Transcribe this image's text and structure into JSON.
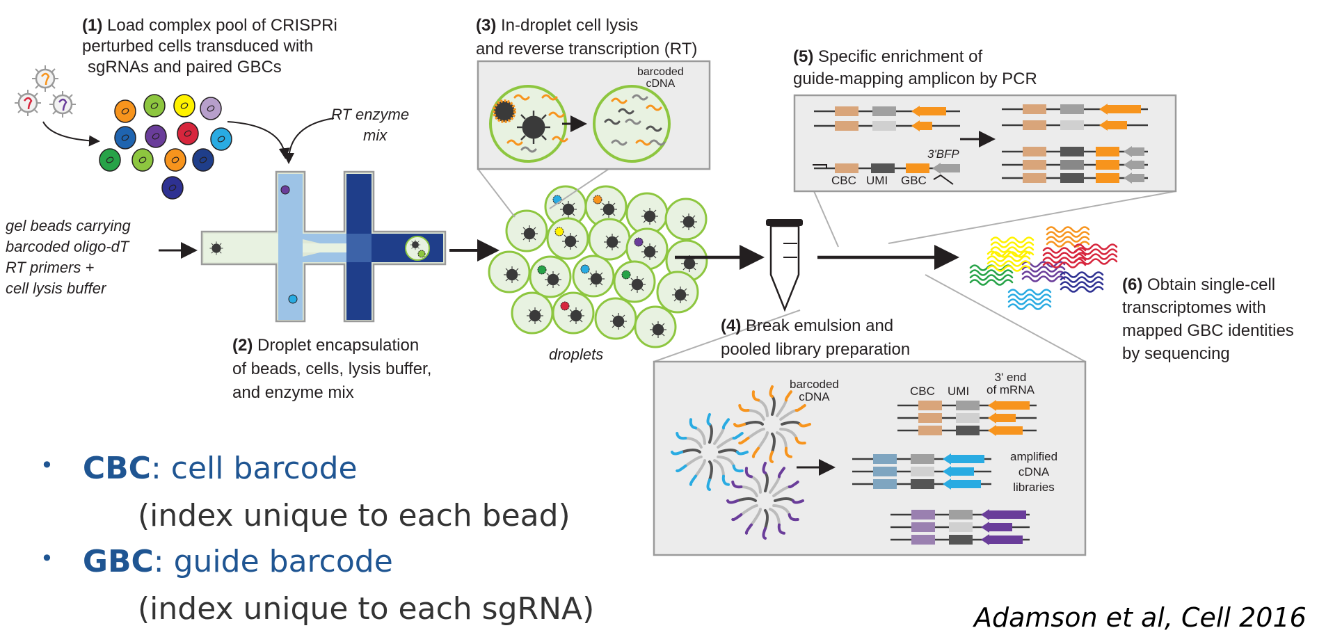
{
  "steps": {
    "s1": {
      "num": "(1)",
      "l1": "Load complex pool of CRISPRi",
      "l2": "perturbed cells transduced with",
      "l3": "sgRNAs and paired GBCs"
    },
    "s2": {
      "num": "(2)",
      "l1": "Droplet encapsulation",
      "l2": "of beads, cells, lysis buffer,",
      "l3": "and enzyme mix"
    },
    "s3": {
      "num": "(3)",
      "l1": "In-droplet cell lysis",
      "l2": "and reverse transcription (RT)"
    },
    "s4": {
      "num": "(4)",
      "l1": "Break emulsion and",
      "l2": "pooled library preparation"
    },
    "s5": {
      "num": "(5)",
      "l1": "Specific enrichment of",
      "l2": "guide-mapping amplicon by PCR"
    },
    "s6": {
      "num": "(6)",
      "l1": "Obtain single-cell",
      "l2": "transcriptomes with",
      "l3": "mapped GBC identities",
      "l4": "by sequencing"
    }
  },
  "labels": {
    "rt_enzyme": [
      "RT enzyme",
      "mix"
    ],
    "gel_beads": [
      "gel beads carrying",
      "barcoded oligo-dT",
      "RT primers +",
      "cell lysis buffer"
    ],
    "droplets": "droplets",
    "barcoded_cdna_3": [
      "barcoded",
      "cDNA"
    ],
    "barcoded_cdna_4": [
      "barcoded",
      "cDNA"
    ],
    "cbc": "CBC",
    "umi": "UMI",
    "gbc": "GBC",
    "bfp": "3'BFP",
    "mrna_end": [
      "3' end",
      "of mRNA"
    ],
    "amplified": [
      "amplified",
      "cDNA",
      "libraries"
    ]
  },
  "bullets": [
    {
      "term": "CBC",
      "rest": ": cell barcode",
      "sub": "(index unique to each bead)"
    },
    {
      "term": "GBC",
      "rest": ": guide barcode",
      "sub": "(index unique to each sgRNA)"
    }
  ],
  "citation": "Adamson et al, Cell 2016",
  "colors": {
    "term_blue": "#1f5592",
    "barcode_tan": "#d9a57a",
    "amplicon_orange": "#f7941d",
    "droplet_green": "#8dc63f",
    "chip_light_blue": "#9dc3e6",
    "chip_dark_blue": "#1f3e8a"
  }
}
